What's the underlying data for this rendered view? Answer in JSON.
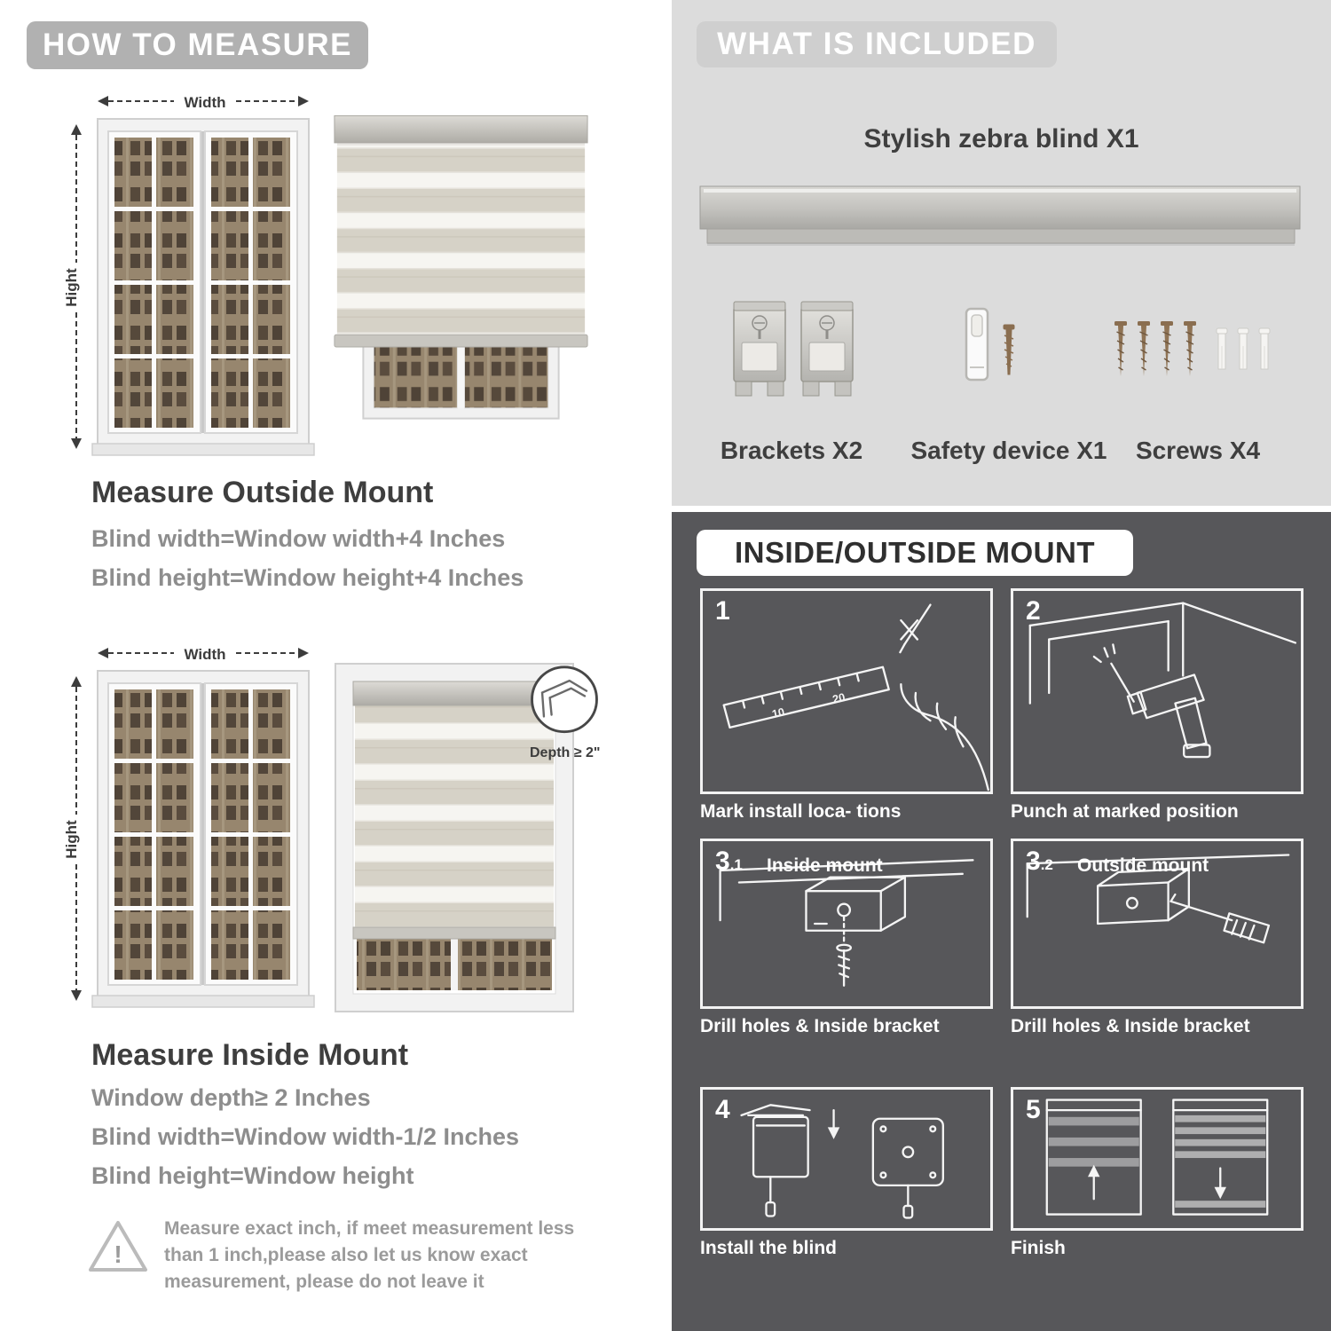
{
  "colors": {
    "header_pill": "#b1b1b1",
    "light_panel": "#dcdcdc",
    "dark_panel": "#57575a",
    "text_dark": "#3e3e3e",
    "text_gray": "#8d8d8d",
    "zebra_solid": "#d6d2c7",
    "zebra_sheer": "#f6f5f1"
  },
  "left": {
    "header": "HOW TO MEASURE",
    "outside_mount": {
      "width_label": "Width",
      "height_label": "Hight",
      "title": "Measure Outside Mount",
      "lines": [
        "Blind width=Window width+4 Inches",
        "Blind height=Window height+4 Inches"
      ]
    },
    "inside_mount": {
      "width_label": "Width",
      "height_label": "Hight",
      "depth_label": "Depth ≥ 2\"",
      "title": "Measure Inside Mount",
      "lines": [
        "Window depth≥ 2 Inches",
        "Blind width=Window width-1/2 Inches",
        "Blind height=Window height"
      ]
    },
    "warning": {
      "mark": "!",
      "lines": [
        "Measure exact inch, if meet measurement less",
        "than 1 inch,please also let us know exact",
        "measurement, please do not leave it"
      ]
    }
  },
  "included": {
    "header": "WHAT IS INCLUDED",
    "blind_label": "Stylish zebra blind X1",
    "items": [
      {
        "label": "Brackets X2"
      },
      {
        "label": "Safety device X1"
      },
      {
        "label": "Screws X4"
      }
    ]
  },
  "mount_steps": {
    "header": "INSIDE/OUTSIDE MOUNT",
    "steps": [
      {
        "num": "1",
        "sub": "",
        "label": "",
        "caption": "Mark install loca- tions",
        "ruler_marks": [
          "10",
          "20"
        ]
      },
      {
        "num": "2",
        "sub": "",
        "label": "",
        "caption": "Punch at  marked position"
      },
      {
        "num": "3",
        "sub": ".1",
        "label": "Inside mount",
        "caption": "Drill holes &  Inside bracket"
      },
      {
        "num": "3",
        "sub": ".2",
        "label": "Outside mount",
        "caption": "Drill holes &  Inside bracket"
      },
      {
        "num": "4",
        "sub": "",
        "label": "",
        "caption": "Install the blind"
      },
      {
        "num": "5",
        "sub": "",
        "label": "",
        "caption": "Finish"
      }
    ]
  }
}
